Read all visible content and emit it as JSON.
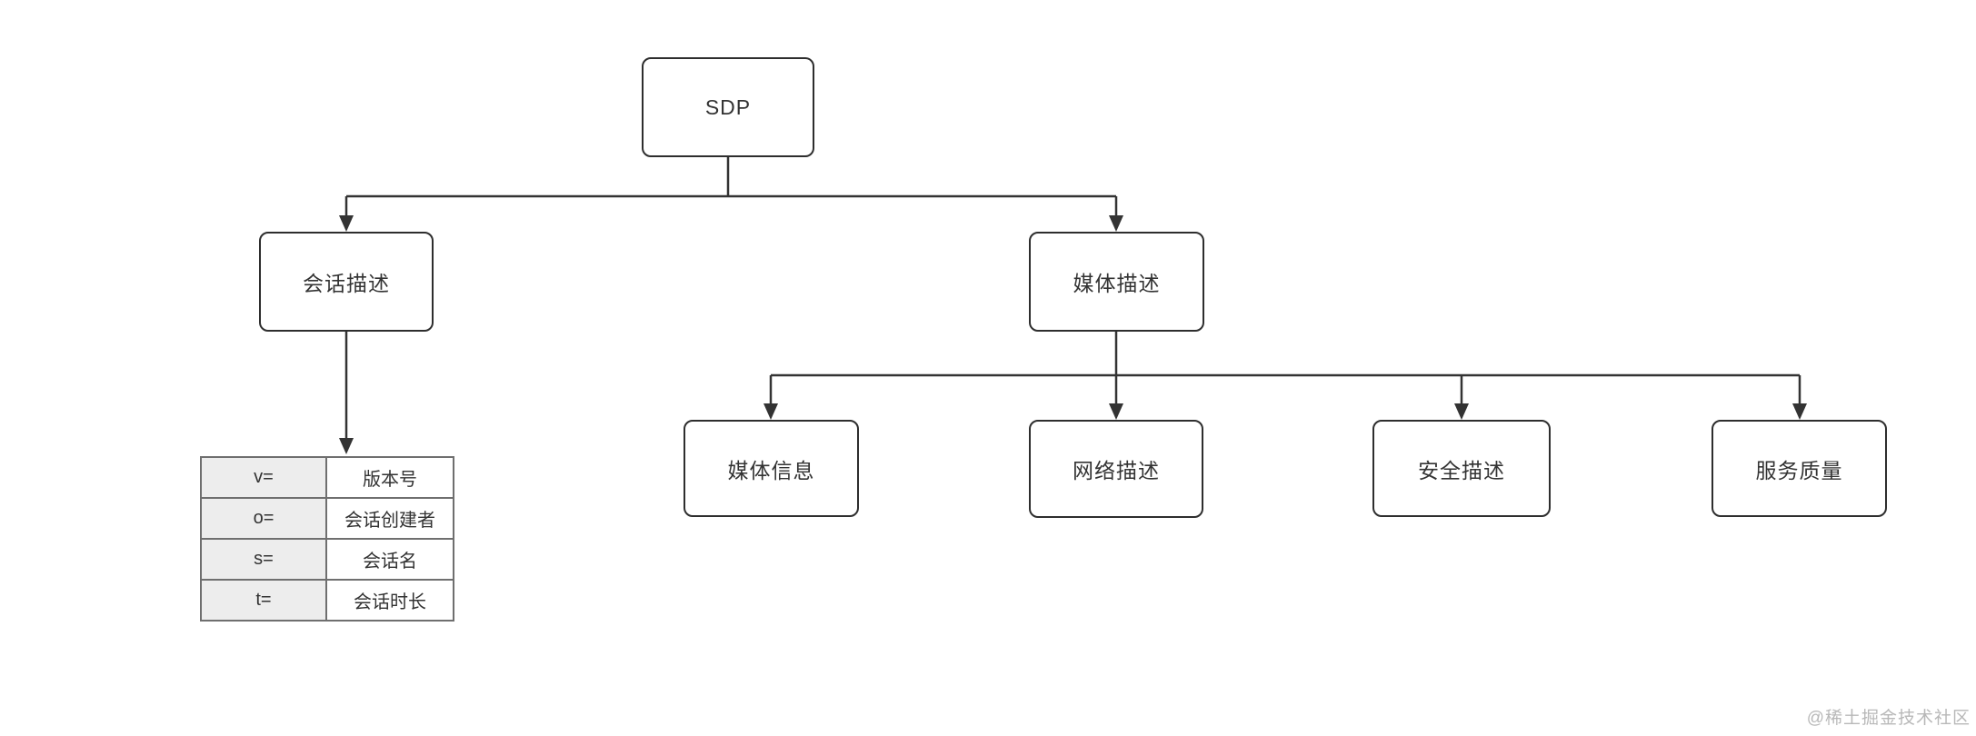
{
  "diagram": {
    "type": "tree-flowchart",
    "topic": "SDP",
    "nodes": {
      "sdp": {
        "label": "SDP"
      },
      "session_description": {
        "label": "会话描述"
      },
      "media_description": {
        "label": "媒体描述"
      },
      "media_info": {
        "label": "媒体信息"
      },
      "network_description": {
        "label": "网络描述"
      },
      "security_description": {
        "label": "安全描述"
      },
      "qos": {
        "label": "服务质量"
      }
    },
    "edges": [
      {
        "from": "sdp",
        "to": "session_description"
      },
      {
        "from": "sdp",
        "to": "media_description"
      },
      {
        "from": "session_description",
        "to": "session_attributes_table"
      },
      {
        "from": "media_description",
        "to": "media_info"
      },
      {
        "from": "media_description",
        "to": "network_description"
      },
      {
        "from": "media_description",
        "to": "security_description"
      },
      {
        "from": "media_description",
        "to": "qos"
      }
    ],
    "session_table": {
      "rows": [
        {
          "key": "v=",
          "value": "版本号"
        },
        {
          "key": "o=",
          "value": "会话创建者"
        },
        {
          "key": "s=",
          "value": "会话名"
        },
        {
          "key": "t=",
          "value": "会话时长"
        }
      ]
    },
    "colors": {
      "background": "#ffffff",
      "box_border": "#2e2e2e",
      "box_fill": "#ffffff",
      "connector": "#333333",
      "table_key_bg": "#ededed",
      "table_border": "#6f6f6f",
      "text": "#333333",
      "watermark": "#b8b8b8"
    }
  },
  "watermark": {
    "text": "@稀土掘金技术社区"
  }
}
